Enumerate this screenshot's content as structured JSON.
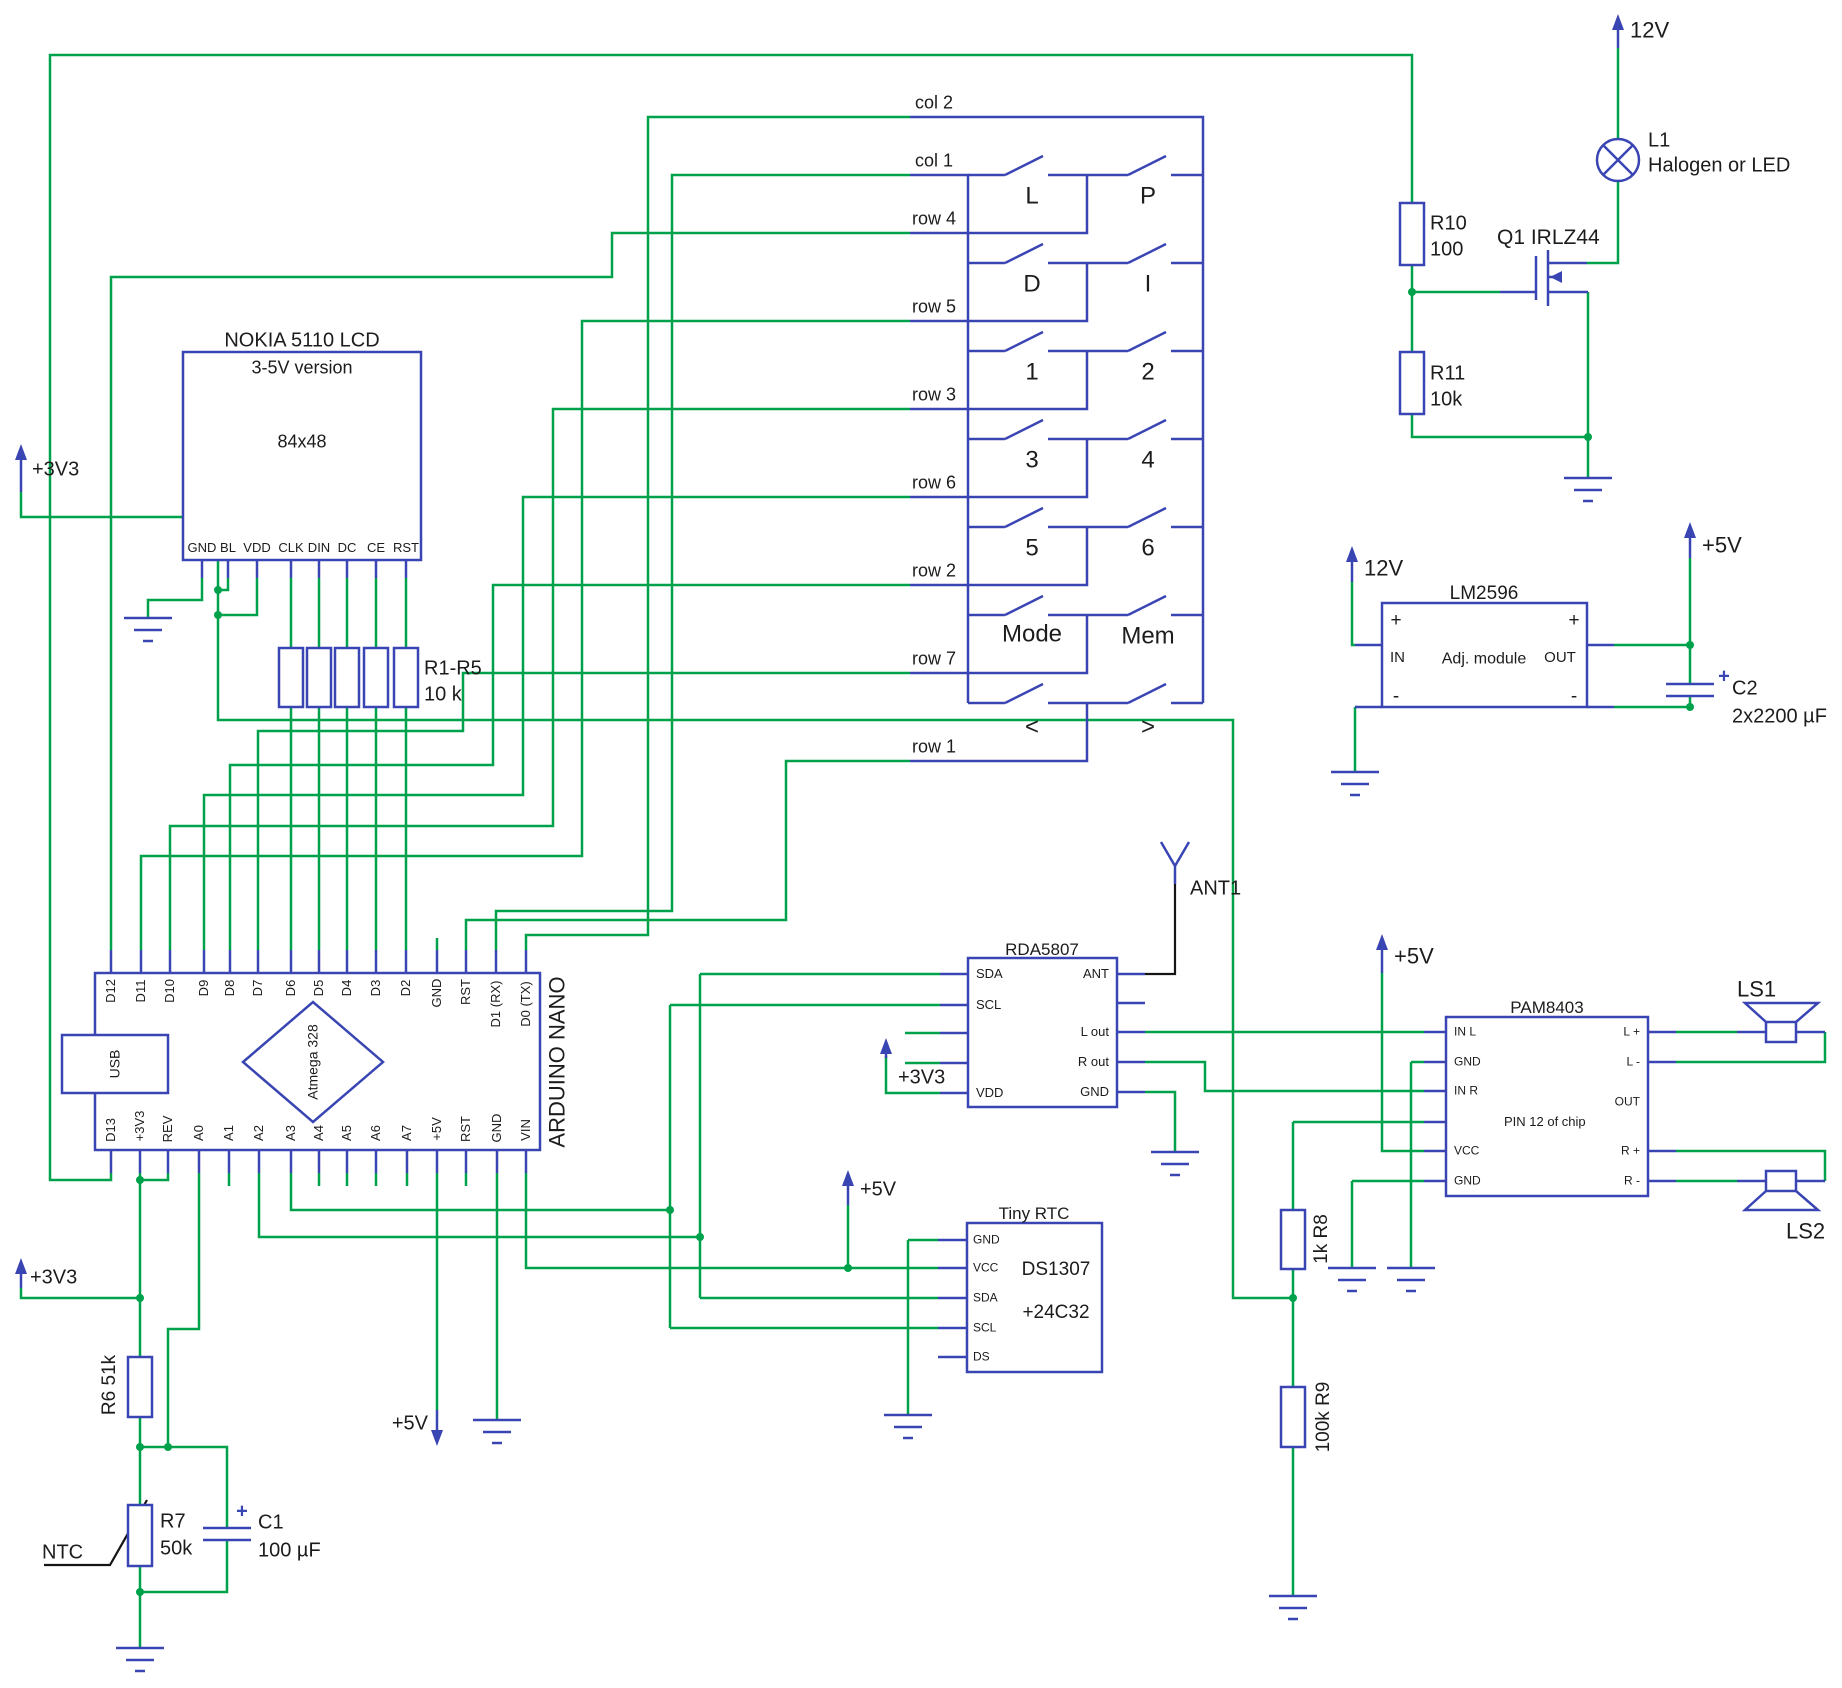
{
  "colors": {
    "wire": "#00a14b",
    "component": "#3a45b4",
    "text": "#1c1c1c"
  },
  "power": {
    "v12": "12V",
    "v5": "+5V",
    "v3v3": "+3V3"
  },
  "lamp": {
    "ref": "L1",
    "type": "Halogen or LED"
  },
  "mosfet": {
    "label": "Q1  IRLZ44"
  },
  "r10": {
    "ref": "R10",
    "value": "100"
  },
  "r11": {
    "ref": "R11",
    "value": "10k"
  },
  "lm2596": {
    "title": "LM2596",
    "module": "Adj. module",
    "in": "IN",
    "out": "OUT",
    "plus": "+",
    "minus": "-"
  },
  "c2": {
    "ref": "C2",
    "value": "2x2200 µF",
    "plus": "+"
  },
  "lcd": {
    "title": "NOKIA 5110 LCD",
    "subtitle": "3-5V version",
    "resolution": "84x48",
    "pins": [
      "GND",
      "BL",
      "VDD",
      "CLK",
      "DIN",
      "DC",
      "CE",
      "RST"
    ]
  },
  "r1r5": {
    "ref": "R1-R5",
    "value": "10 k"
  },
  "keypad": {
    "nets": [
      "col 2",
      "col 1",
      "row 4",
      "row 5",
      "row 3",
      "row 6",
      "row 2",
      "row 7",
      "row 1"
    ],
    "keys": [
      "L",
      "P",
      "D",
      "I",
      "1",
      "2",
      "3",
      "4",
      "5",
      "6",
      "Mode",
      "Mem",
      "<",
      ">"
    ]
  },
  "arduino": {
    "title": "ARDUINO NANO",
    "usb": "USB",
    "mcu": "Atmega 328",
    "top_pins": [
      "D12",
      "D11",
      "D10",
      "D9",
      "D8",
      "D7",
      "D6",
      "D5",
      "D4",
      "D3",
      "D2",
      "GND",
      "RST",
      "D1 (RX)",
      "D0 (TX)"
    ],
    "bottom_pins": [
      "D13",
      "+3V3",
      "REV",
      "A0",
      "A1",
      "A2",
      "A3",
      "A4",
      "A5",
      "A6",
      "A7",
      "+5V",
      "RST",
      "GND",
      "VIN"
    ]
  },
  "rda": {
    "title": "RDA5807",
    "sda": "SDA",
    "scl": "SCL",
    "vdd": "VDD",
    "ant": "ANT",
    "lout": "L out",
    "rout": "R out",
    "gnd": "GND",
    "antenna": "ANT1"
  },
  "pam": {
    "title": "PAM8403",
    "inl": "IN L",
    "gnd1": "GND",
    "inr": "IN R",
    "pin12": "PIN 12 of chip",
    "vcc": "VCC",
    "gnd2": "GND",
    "lp": "L +",
    "lm": "L -",
    "out": "OUT",
    "rp": "R +",
    "rm": "R -",
    "ls1": "LS1",
    "ls2": "LS2"
  },
  "rtc": {
    "title": "Tiny RTC",
    "pins": [
      "GND",
      "VCC",
      "SDA",
      "SCL",
      "DS"
    ],
    "chip": "DS1307",
    "eeprom": "+24C32"
  },
  "r8": {
    "label": "1k R8"
  },
  "r9": {
    "label": "100k R9"
  },
  "r6": {
    "label": "R6 51k"
  },
  "r7": {
    "ref": "R7",
    "value": "50k"
  },
  "c1": {
    "ref": "C1",
    "value": "100 µF",
    "plus": "+"
  },
  "ntc": {
    "label": "NTC"
  }
}
